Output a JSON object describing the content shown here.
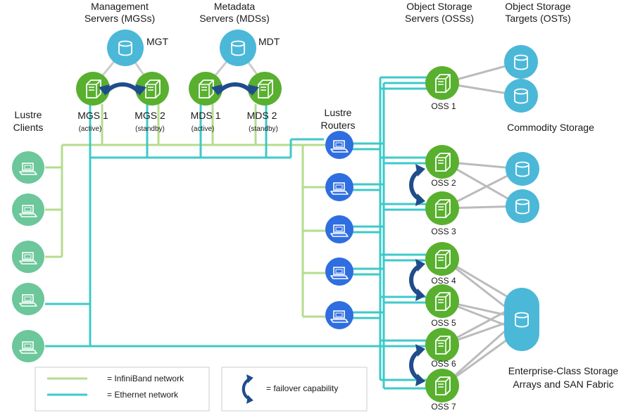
{
  "headers": {
    "mgs_line1": "Management",
    "mgs_line2": "Servers (MGSs)",
    "mds_line1": "Metadata",
    "mds_line2": "Servers (MDSs)",
    "oss_line1": "Object Storage",
    "oss_line2": "Servers (OSSs)",
    "ost_line1": "Object Storage",
    "ost_line2": "Targets (OSTs)",
    "clients_line1": "Lustre",
    "clients_line2": "Clients",
    "routers_line1": "Lustre",
    "routers_line2": "Routers"
  },
  "targets": {
    "mgt": "MGT",
    "mdt": "MDT"
  },
  "servers": {
    "mgs1": "MGS 1",
    "mgs2": "MGS 2",
    "mds1": "MDS 1",
    "mds2": "MDS 2",
    "active": "(active)",
    "standby": "(standby)"
  },
  "oss_labels": [
    "OSS 1",
    "OSS 2",
    "OSS 3",
    "OSS 4",
    "OSS 5",
    "OSS 6",
    "OSS 7"
  ],
  "storage": {
    "commodity": "Commodity Storage",
    "enterprise_line1": "Enterprise-Class Storage",
    "enterprise_line2": "Arrays and SAN Fabric"
  },
  "legend": {
    "infiniband": "= InfiniBand network",
    "ethernet": "= Ethernet network",
    "failover": "= failover capability"
  },
  "colors": {
    "infiniband": "#b5dc8e",
    "ethernet": "#3ec9c9",
    "server": "#58b02e",
    "client": "#6cc79a",
    "router": "#2f6ee0",
    "storage": "#4bb8d8",
    "failover_arrow": "#1f4d8c",
    "storage_link": "#bbbbbb"
  }
}
